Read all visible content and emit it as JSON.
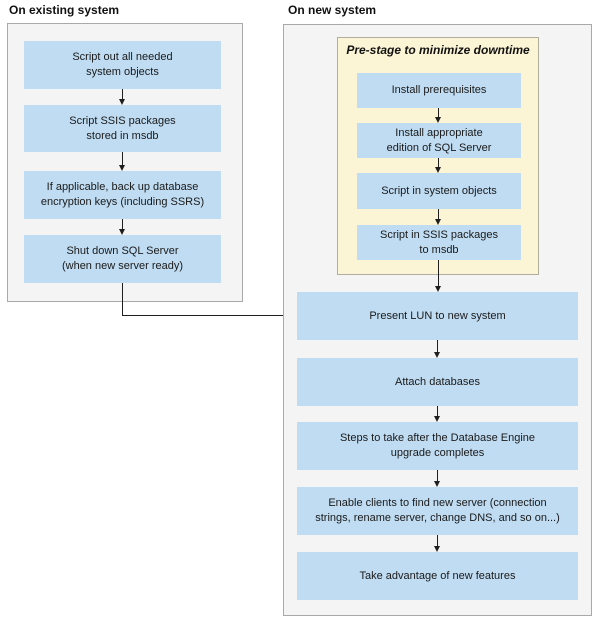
{
  "page": {
    "left_panel": {
      "header": "On existing system",
      "steps": [
        {
          "label": "Script out all needed\nsystem objects"
        },
        {
          "label": "Script SSIS packages\nstored in msdb"
        },
        {
          "label": "If applicable, back up database\nencryption keys (including SSRS)"
        },
        {
          "label": "Shut down SQL Server\n(when new server ready)"
        }
      ]
    },
    "right_panel": {
      "header": "On new system",
      "pre_stage": {
        "title": "Pre-stage to minimize downtime",
        "steps": [
          {
            "label": "Install prerequisites"
          },
          {
            "label": "Install appropriate\nedition of SQL Server"
          },
          {
            "label": "Script in system objects"
          },
          {
            "label": "Script in SSIS packages\nto msdb"
          }
        ]
      },
      "steps": [
        {
          "label": "Present LUN to new system"
        },
        {
          "label": "Attach databases"
        },
        {
          "label": "Steps to take after the Database Engine\nupgrade completes"
        },
        {
          "label": "Enable clients to find new server (connection\nstrings, rename server, change DNS, and so on...)"
        },
        {
          "label": "Take advantage of new features"
        }
      ]
    },
    "colors": {
      "step_fill": "#bfdcf2",
      "panel_fill": "#f4f4f4",
      "panel_border": "#a9a9a9",
      "prestage_fill": "#fbf4d5",
      "prestage_border": "#b1ae9e",
      "arrow": "#1f1f1f",
      "text": "#1a1a1a"
    }
  }
}
